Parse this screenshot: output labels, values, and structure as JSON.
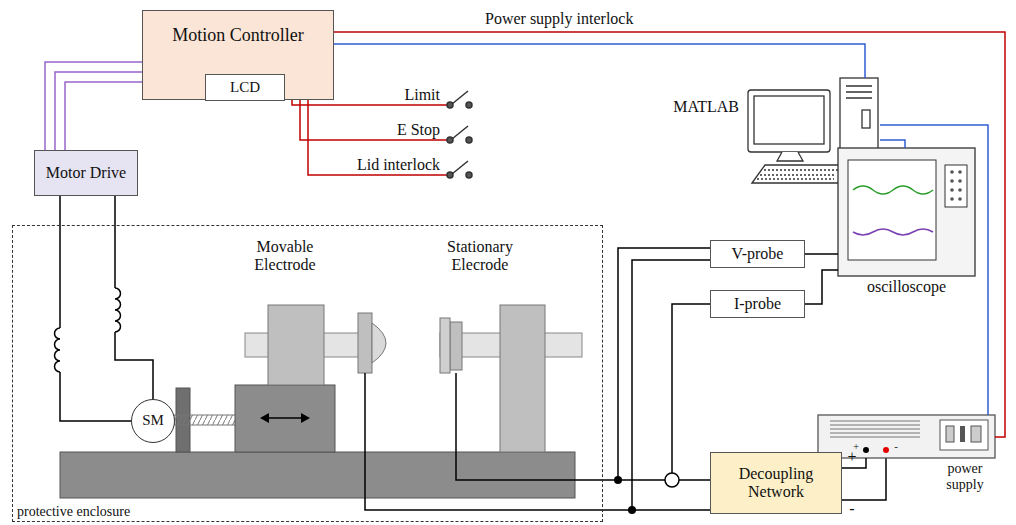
{
  "diagram": {
    "nodes": [
      {
        "text": [
          "Motion Controller"
        ]
      },
      {
        "text": [
          "LCD"
        ],
        "in": 0
      },
      {
        "text": [
          "Motor Drive"
        ]
      },
      {
        "text": [
          "MATLAB"
        ]
      },
      {
        "text": [
          "protective enclosure"
        ]
      },
      {
        "text": [
          "SM"
        ],
        "in": 4
      },
      {
        "text": [
          "V-probe"
        ]
      },
      {
        "text": [
          "I-probe"
        ]
      },
      {
        "text": [
          "oscilloscope"
        ]
      },
      {
        "text": [
          "power supply"
        ]
      },
      {
        "text": [
          "Decoupling Network"
        ]
      }
    ],
    "edges": [
      {
        "from": 0,
        "to": 2,
        "arrow": "none"
      },
      {
        "from": 0,
        "to": 9,
        "label": "Power supply interlock",
        "arrow": "none"
      },
      {
        "from": 0,
        "to": 3,
        "arrow": "none"
      },
      {
        "from": 3,
        "to": 8,
        "arrow": "none"
      },
      {
        "from": 3,
        "to": 9,
        "arrow": "none"
      },
      {
        "from": 6,
        "to": 8,
        "arrow": "none"
      },
      {
        "from": 7,
        "to": 8,
        "arrow": "none"
      },
      {
        "from": 10,
        "to": 9,
        "arrow": "none"
      },
      {
        "from": 2,
        "to": 5,
        "arrow": "none"
      }
    ],
    "labels": [
      "Limit",
      "E Stop",
      "Lid interlock",
      "Movable Electrode",
      "Stationary Elecrode",
      "+",
      "-",
      "+",
      "-"
    ]
  }
}
